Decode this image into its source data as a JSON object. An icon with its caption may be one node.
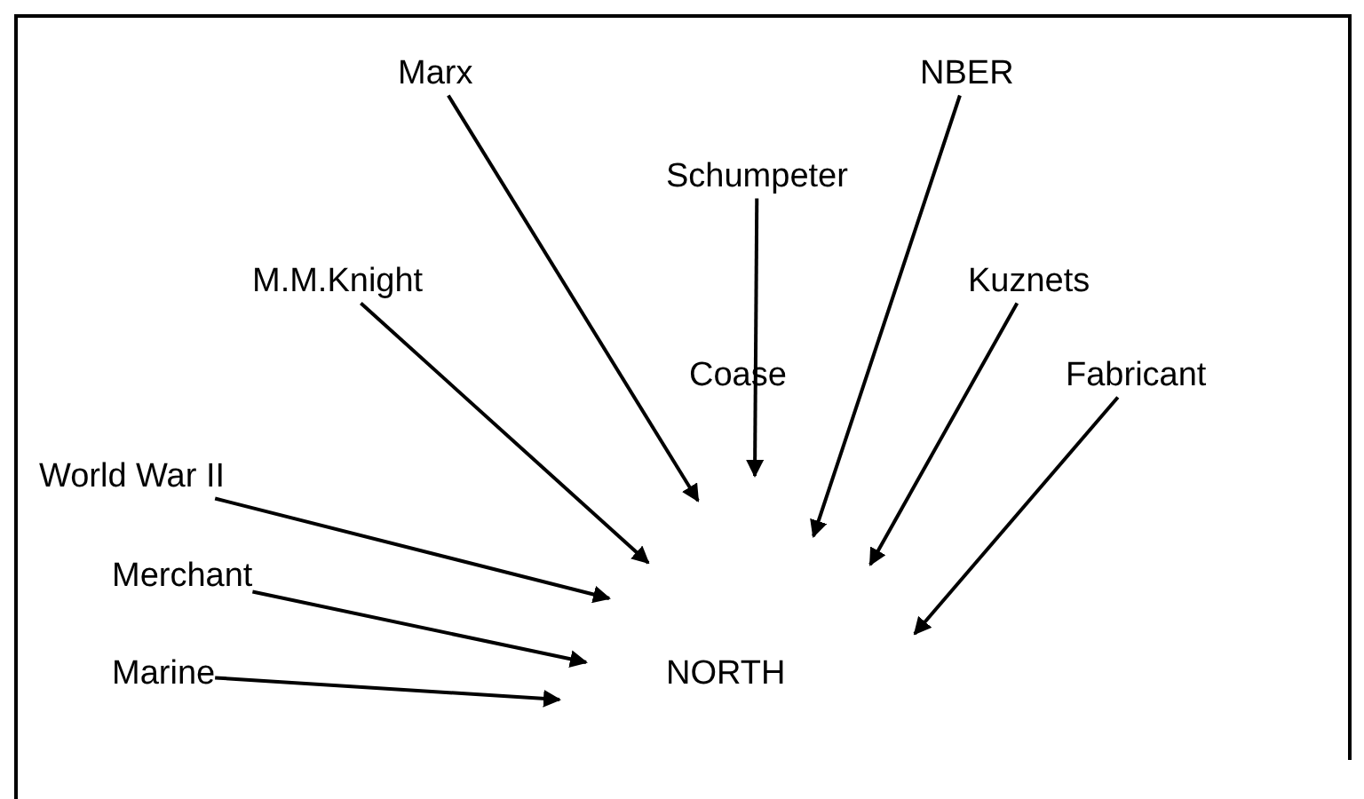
{
  "diagram": {
    "nodes": [
      {
        "text": [
          "Marx"
        ]
      },
      {
        "text": [
          "NBER"
        ]
      },
      {
        "text": [
          "Schumpeter"
        ]
      },
      {
        "text": [
          "M.M.Knight"
        ]
      },
      {
        "text": [
          "Kuznets"
        ]
      },
      {
        "text": [
          "Fabricant"
        ]
      },
      {
        "text": [
          "World War II"
        ]
      },
      {
        "text": [
          "Merchant"
        ]
      },
      {
        "text": [
          "Marine"
        ]
      },
      {
        "text": [
          "NORTH"
        ]
      }
    ],
    "edges": [
      {
        "from": 0,
        "to": null,
        "arrow": "to"
      },
      {
        "from": 1,
        "to": null,
        "arrow": "to"
      },
      {
        "from": 2,
        "to": null,
        "arrow": "to"
      },
      {
        "from": 3,
        "to": null,
        "arrow": "to"
      },
      {
        "from": 4,
        "to": null,
        "arrow": "to"
      },
      {
        "from": 5,
        "to": null,
        "arrow": "to"
      },
      {
        "from": 6,
        "to": null,
        "arrow": "to"
      },
      {
        "from": 7,
        "to": null,
        "arrow": "to"
      },
      {
        "from": 8,
        "to": null,
        "arrow": "to"
      }
    ],
    "labels": [
      "Coase"
    ]
  }
}
